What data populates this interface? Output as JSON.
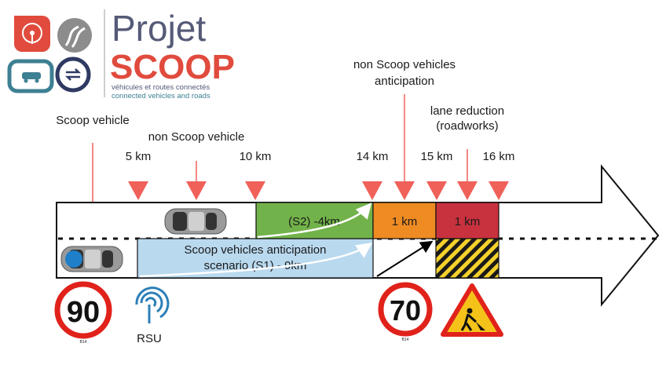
{
  "logo": {
    "title_line1": "Projet",
    "title_line2": "SCOOP",
    "subtitle_fr": "véhicules et routes connectés",
    "subtitle_en": "connected vehicles and roads",
    "colors": {
      "red": "#e04b3d",
      "gray": "#8c8c8c",
      "teal": "#3d7f93",
      "navy": "#2f3a63"
    }
  },
  "labels": {
    "scoop_vehicle": "Scoop vehicle",
    "non_scoop_vehicle": "non Scoop vehicle",
    "non_scoop_anticipation_1": "non Scoop vehicles",
    "non_scoop_anticipation_2": "anticipation",
    "lane_reduction_1": "lane reduction",
    "lane_reduction_2": "(roadworks)",
    "rsu": "RSU"
  },
  "km_markers": [
    "5 km",
    "10 km",
    "14 km",
    "15 km",
    "16 km"
  ],
  "zones": {
    "s2": "(S2) -4km",
    "s1_line1": "Scoop vehicles anticipation",
    "s1_line2": "scenario (S1) - 9km",
    "orange_km": "1 km",
    "red_km": "1 km"
  },
  "signs": {
    "speed_90": "90",
    "speed_70": "70",
    "sign_code": "B14"
  },
  "colors": {
    "marker": "#f0615a",
    "s2_green": "#72b24a",
    "s1_blue": "#b9d9ef",
    "orange": "#ef8b23",
    "red_zone": "#c8313e",
    "hatch_yellow": "#f5d12b",
    "sign_red": "#e0221b"
  }
}
